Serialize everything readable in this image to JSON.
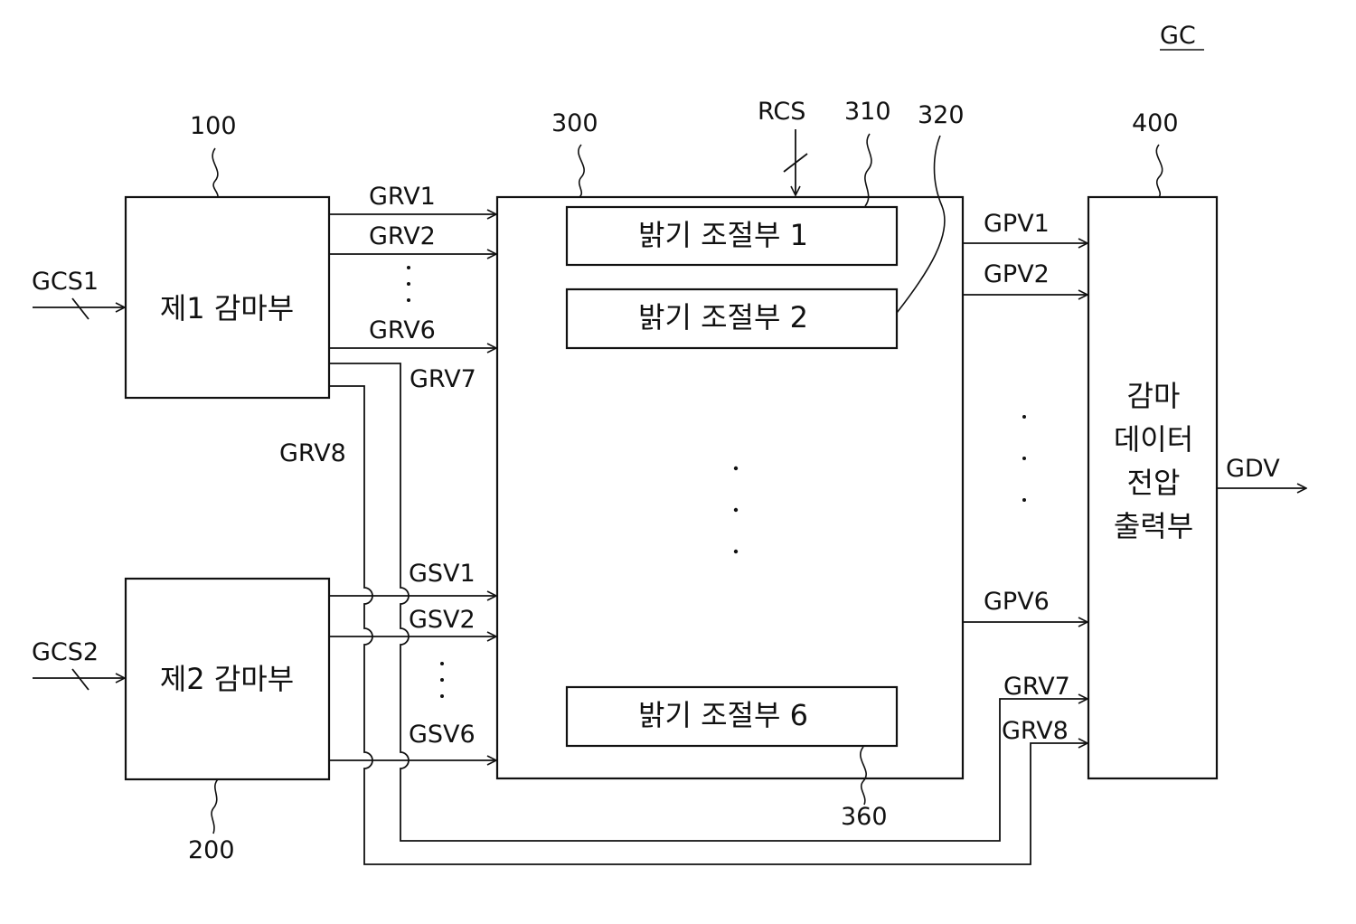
{
  "figure_label": "GC",
  "blocks": {
    "gamma1": {
      "ref": "100",
      "label": "제1 감마부",
      "input": "GCS1"
    },
    "gamma2": {
      "ref": "200",
      "label": "제2 감마부",
      "input": "GCS2"
    },
    "adjust": {
      "ref": "300",
      "control": "RCS",
      "units": [
        {
          "ref": "310",
          "label": "밝기 조절부 1"
        },
        {
          "ref": "320",
          "label": "밝기 조절부 2"
        },
        {
          "ref": "360",
          "label": "밝기 조절부 6"
        }
      ]
    },
    "output": {
      "ref": "400",
      "lines": [
        "감마",
        "데이터",
        "전압",
        "출력부"
      ],
      "signal": "GDV"
    }
  },
  "signals": {
    "grv1": "GRV1",
    "grv2": "GRV2",
    "grv6": "GRV6",
    "grv7": "GRV7",
    "grv8": "GRV8",
    "gsv1": "GSV1",
    "gsv2": "GSV2",
    "gsv6": "GSV6",
    "gpv1": "GPV1",
    "gpv2": "GPV2",
    "gpv6": "GPV6",
    "grv7_out": "GRV7",
    "grv8_out": "GRV8"
  }
}
